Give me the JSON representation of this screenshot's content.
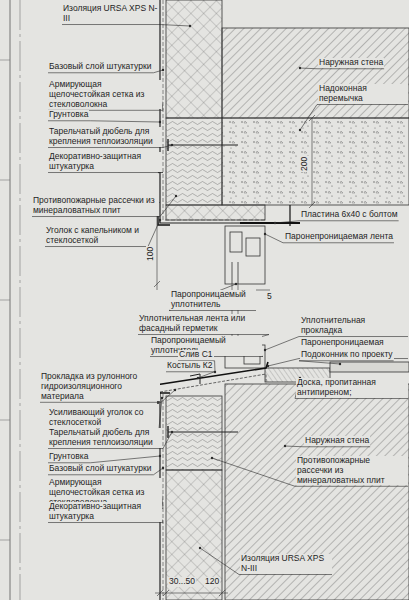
{
  "diagram": {
    "labels": [
      "Изоляция URSA XPS N-III",
      "Базовый слой штукатурки",
      "Армирующая щелочестойкая сетка из стекловолокна",
      "Грунтовка",
      "Тарельчатый дюбель для крепления теплоизоляции",
      "Декоративно-защитная штукатурка",
      "100",
      "Противопожарные рассечки из минераловатных плит",
      "Уголок с капельником и стеклосеткой",
      "Наружная стена",
      "Надоконная перемычка",
      "200",
      "Пластина 6х40 с болтом",
      "Паронепроницаемая лента",
      "Паропроницаемый уплотнитель",
      "5",
      "Уплотнительная лента или фасадный герметик",
      "Паропроницаемый уплотнитель",
      "Уплотнительная прокладка",
      "Паронепроницаемая лента",
      "Подоконник по проекту",
      "Слив С1",
      "Костыль К2",
      "Прокладка из рулонного гидроизоляционного материала",
      "Доска, пропитанная антипиреном;",
      "Усиливающий уголок со стеклосеткой",
      "Тарельчатый дюбель для крепления теплоизоляции",
      "Грунтовка",
      "Базовый слой штукатурки",
      "Армирующая щелочестойкая сетка из стекловолокна",
      "Декоративно-защитная штукатурка",
      "Наружная стена",
      "Противопожарные рассечки из минераловатных плит",
      "Изоляция URSA XPS N-III",
      "30...50",
      "120"
    ]
  }
}
